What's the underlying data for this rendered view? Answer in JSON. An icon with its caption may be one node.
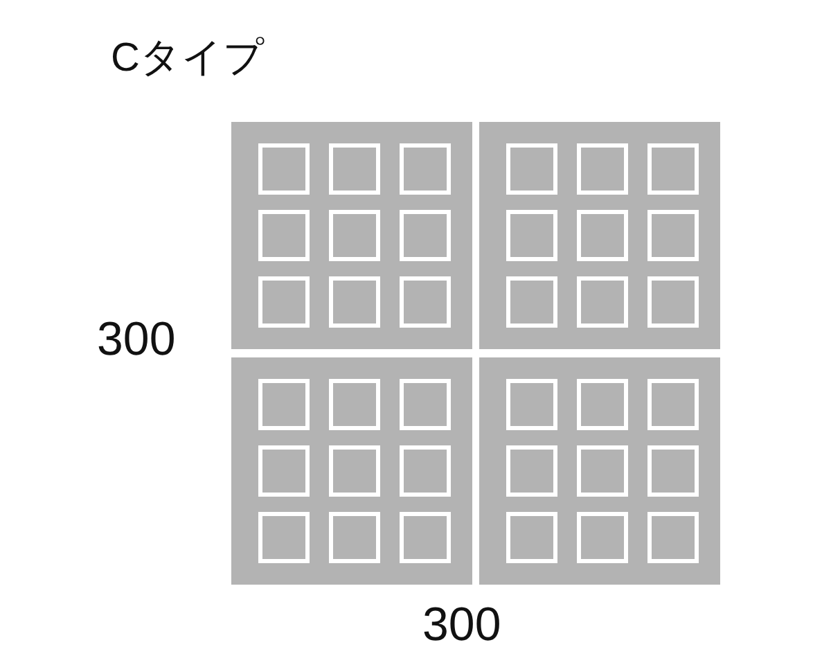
{
  "diagram": {
    "title": "Cタイプ",
    "labels": [
      "300",
      "300"
    ]
  }
}
